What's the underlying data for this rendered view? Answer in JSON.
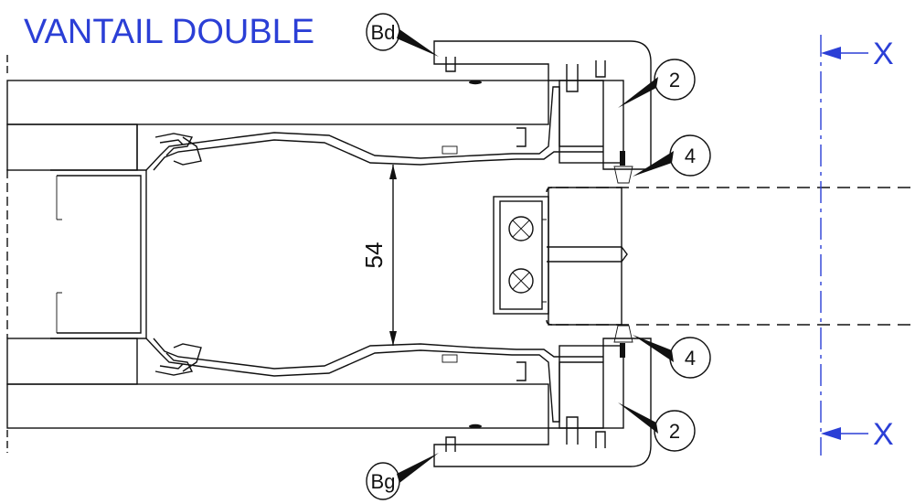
{
  "title": "VANTAIL DOUBLE",
  "callouts": {
    "bd": "Bd",
    "bg": "Bg",
    "wood_top": "2",
    "wood_bottom": "2",
    "seal_top": "4",
    "seal_bottom": "4"
  },
  "dimension": "54",
  "section_marks": {
    "top": "X",
    "bottom": "X"
  },
  "colors": {
    "title": "#2b3fd6",
    "line": "#111111"
  }
}
